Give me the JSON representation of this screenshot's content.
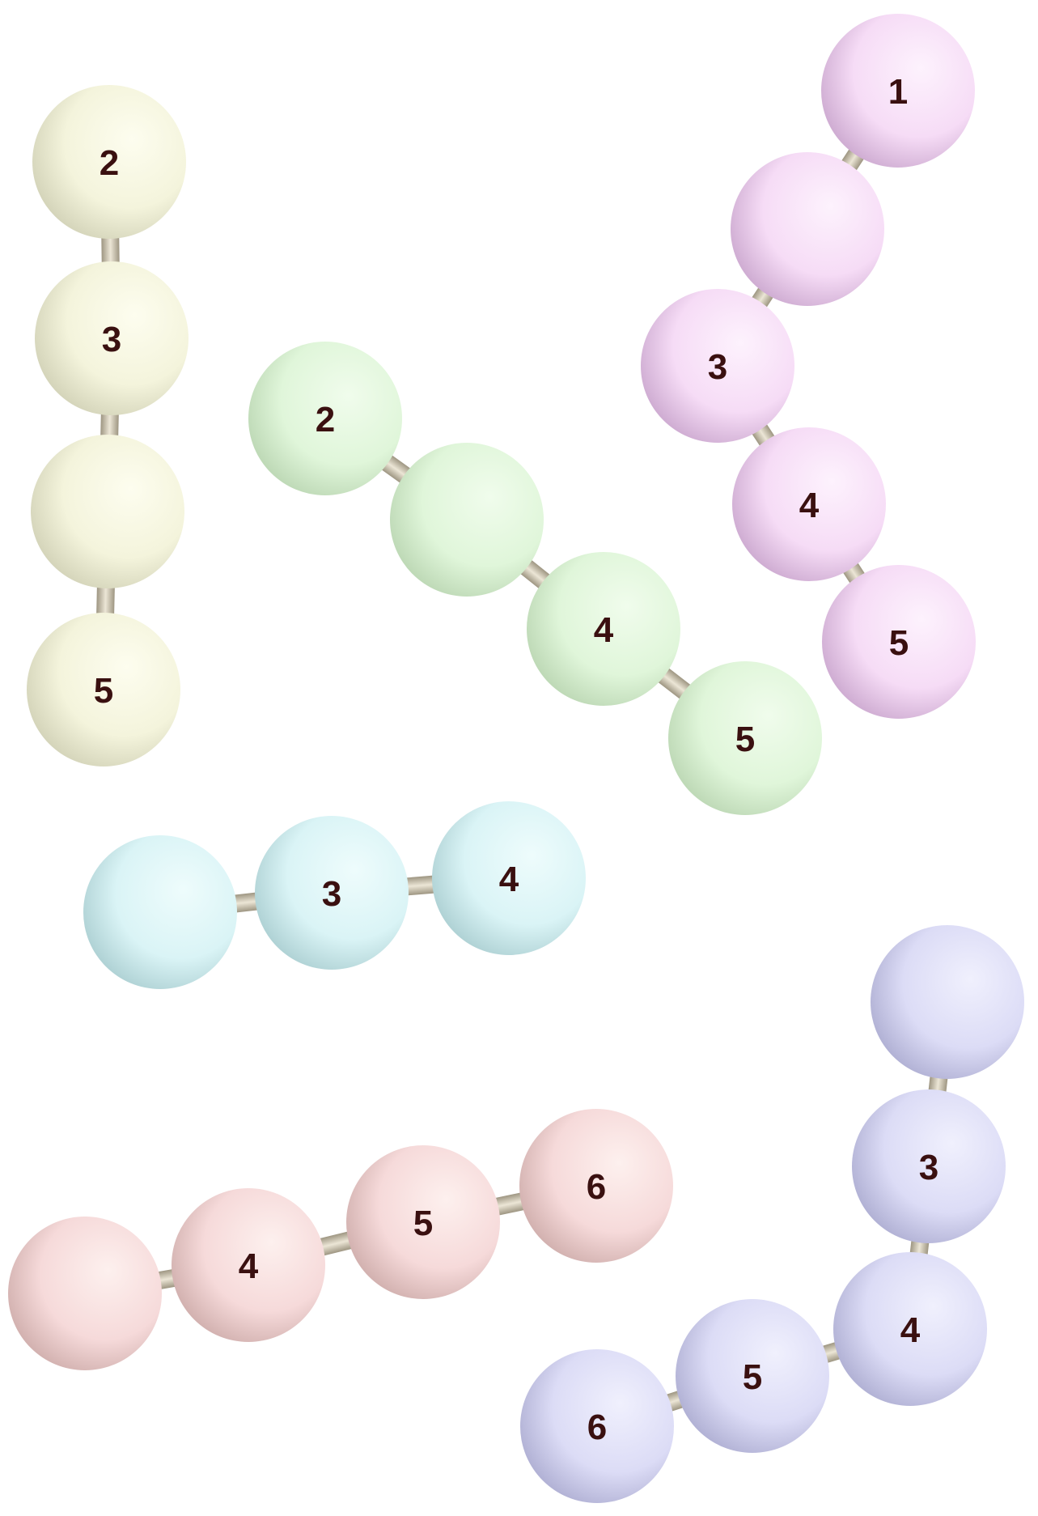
{
  "colors": {
    "yellow": {
      "light": "#fdfdef",
      "mid": "#f4f4dc",
      "dark": "#cfcfb4"
    },
    "green": {
      "light": "#f0fcec",
      "mid": "#e0f6da",
      "dark": "#b8d4b0"
    },
    "pink": {
      "light": "#fdf2fd",
      "mid": "#f6dcf6",
      "dark": "#c8a4cc"
    },
    "cyan": {
      "light": "#eefcfc",
      "mid": "#daf4f6",
      "dark": "#a8cccf"
    },
    "rose": {
      "light": "#fdf0ee",
      "mid": "#f6dada",
      "dark": "#ccaaa8"
    },
    "lavender": {
      "light": "#f0f0fd",
      "mid": "#dcdcf6",
      "dark": "#aaaacf"
    },
    "stick": {
      "light": "#ece6d6",
      "dark": "#9e9682"
    },
    "label": "#3a1010"
  },
  "chains": [
    {
      "id": "yellow-chain",
      "color": "yellow",
      "beads": [
        {
          "label": "2"
        },
        {
          "label": "3"
        },
        {
          "label": ""
        },
        {
          "label": "5"
        }
      ]
    },
    {
      "id": "green-chain",
      "color": "green",
      "beads": [
        {
          "label": "2"
        },
        {
          "label": ""
        },
        {
          "label": "4"
        },
        {
          "label": "5"
        }
      ]
    },
    {
      "id": "pink-chain",
      "color": "pink",
      "beads": [
        {
          "label": "1"
        },
        {
          "label": ""
        },
        {
          "label": "3"
        },
        {
          "label": "4"
        },
        {
          "label": "5"
        }
      ]
    },
    {
      "id": "cyan-chain",
      "color": "cyan",
      "beads": [
        {
          "label": ""
        },
        {
          "label": "3"
        },
        {
          "label": "4"
        }
      ]
    },
    {
      "id": "rose-chain",
      "color": "rose",
      "beads": [
        {
          "label": ""
        },
        {
          "label": "4"
        },
        {
          "label": "5"
        },
        {
          "label": "6"
        }
      ]
    },
    {
      "id": "lavender-chain",
      "color": "lavender",
      "beads": [
        {
          "label": ""
        },
        {
          "label": "3"
        },
        {
          "label": "4"
        },
        {
          "label": "5"
        },
        {
          "label": "6"
        }
      ]
    }
  ]
}
